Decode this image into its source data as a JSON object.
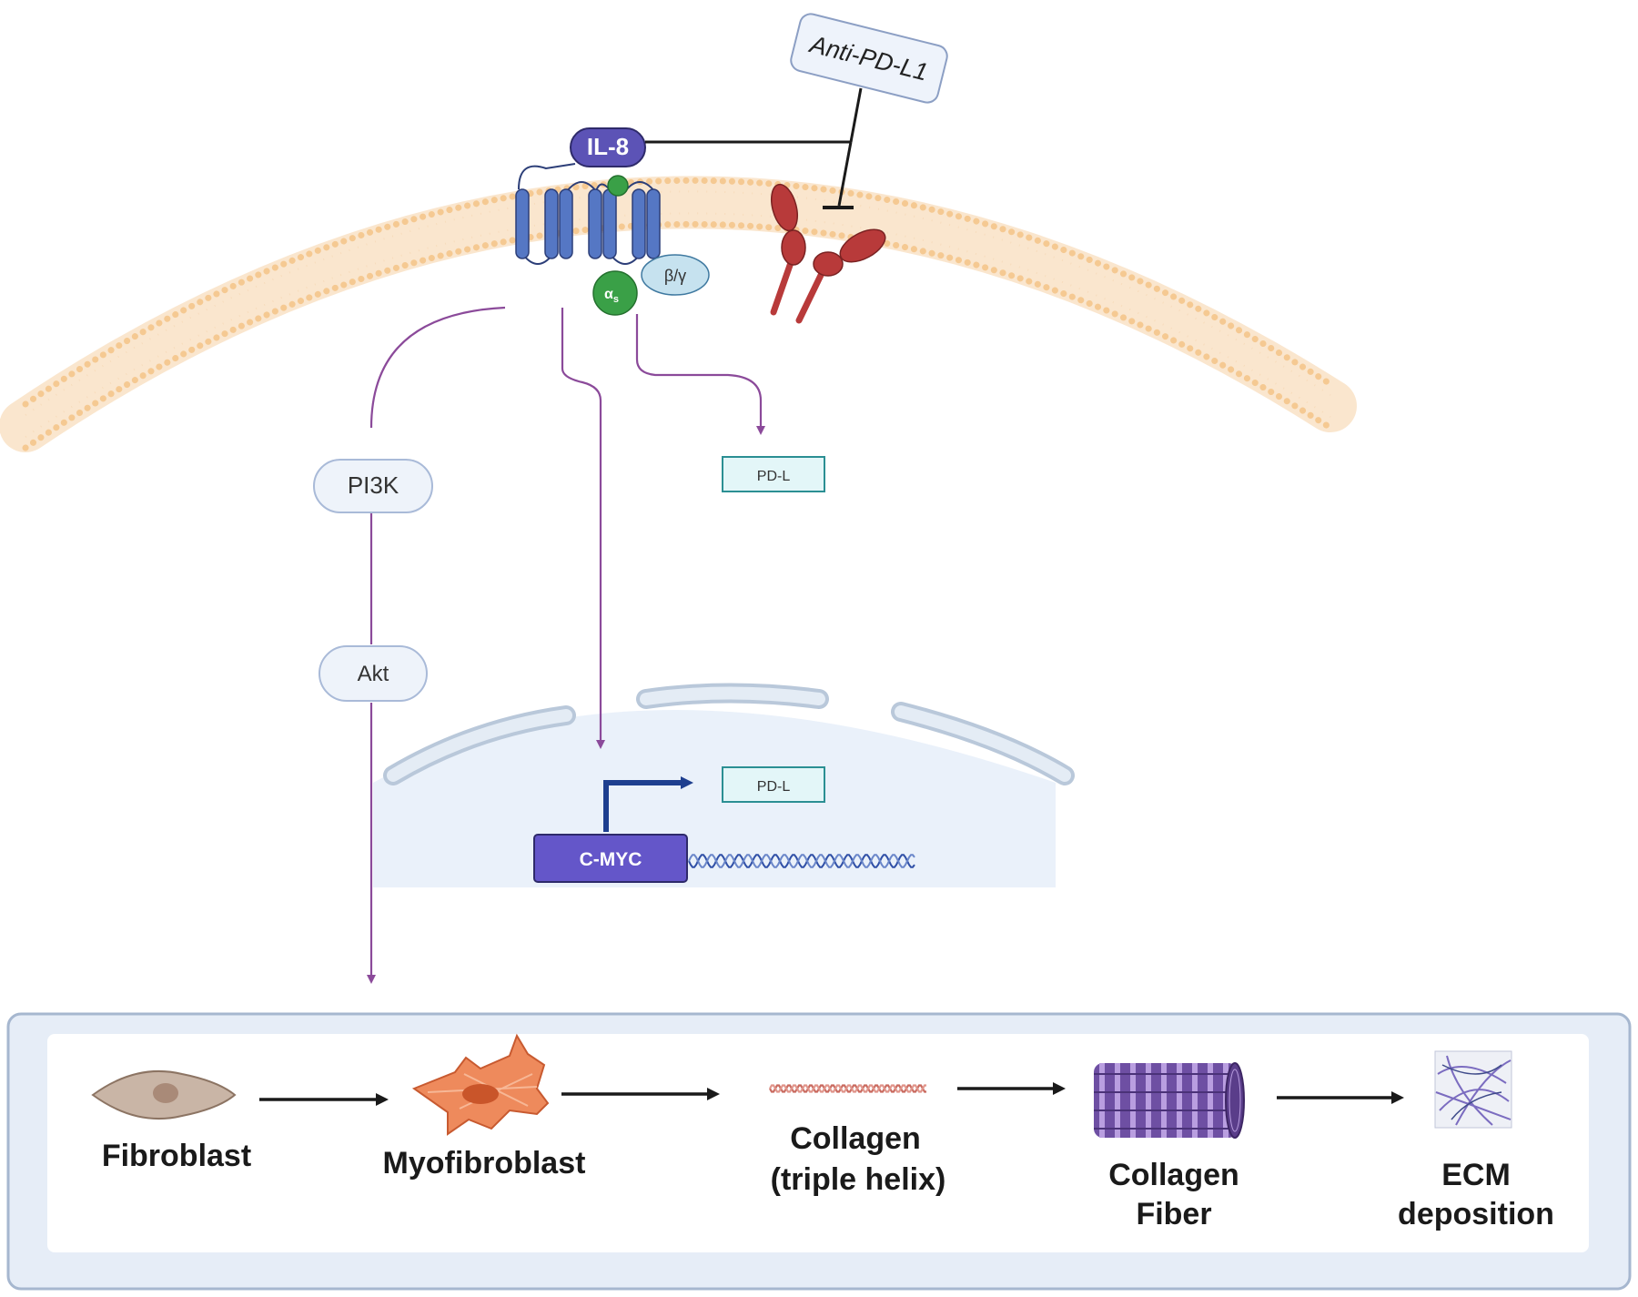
{
  "labels": {
    "anti_pdl1": "Anti-PD-L1",
    "il8": "IL-8",
    "alpha_s": "α",
    "alpha_s_sub": "s",
    "beta_gamma": "β/γ",
    "pi3k": "PI3K",
    "akt": "Akt",
    "pdl_cytoplasm": "PD-L",
    "pdl_nucleus": "PD-L",
    "cmyc": "C-MYC"
  },
  "process": {
    "steps": [
      {
        "line1": "Fibroblast",
        "line2": ""
      },
      {
        "line1": "Myofibroblast",
        "line2": ""
      },
      {
        "line1": "Collagen",
        "line2": "(triple helix)"
      },
      {
        "line1": "Collagen",
        "line2": "Fiber"
      },
      {
        "line1": "ECM",
        "line2": "deposition"
      }
    ]
  },
  "colors": {
    "membrane_lipid": "#f5c992",
    "receptor": "#5577c4",
    "il8_fill": "#5c53b6",
    "pathway_arrow": "#8b4a9a",
    "pdl_antibody": "#b83a3a",
    "g_alpha": "#3aa047",
    "g_betagamma": "#c6e2ef",
    "node_fill": "#eef3fa",
    "node_stroke": "#a9bad8",
    "nucleus_fill": "#eaf1fa",
    "cmyc_fill": "#6456c9",
    "pdl_box_fill": "#e3f6f8",
    "pdl_box_stroke": "#2b8f93",
    "panel_stroke": "#a6b7cf",
    "fibroblast": "#c9b5a6",
    "myofibroblast": "#ee8a5c",
    "collagen": "#c96a5f",
    "collagen_fiber": "#6e4fa3"
  }
}
